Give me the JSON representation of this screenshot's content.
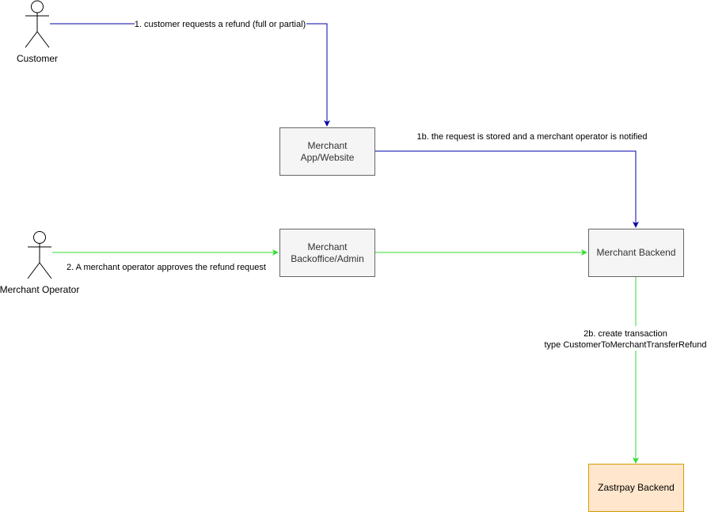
{
  "actors": {
    "customer": {
      "label": "Customer"
    },
    "merchant_operator": {
      "label": "Merchant Operator"
    }
  },
  "boxes": {
    "merchant_app": {
      "lines": [
        "Merchant",
        "App/Website"
      ]
    },
    "merchant_backoffice": {
      "lines": [
        "Merchant",
        "Backoffice/Admin"
      ]
    },
    "merchant_backend": {
      "lines": [
        "Merchant Backend"
      ]
    },
    "zastrpay_backend": {
      "lines": [
        "Zastrpay Backend"
      ]
    }
  },
  "edges": {
    "customer_to_app": {
      "label": "1. customer requests a refund (full or partial)"
    },
    "app_to_backend": {
      "label": "1b. the request is stored and a merchant operator is notified"
    },
    "operator_to_backoffice": {
      "label": "2. A merchant operator approves the refund request"
    },
    "backend_to_zastrpay": {
      "lines": [
        "2b. create transaction",
        "type CustomerToMerchantTransferRefund"
      ]
    }
  },
  "colors": {
    "blue_edge": "#0000aa",
    "green_edge": "#33dd33",
    "box_fill": "#f5f5f5",
    "box_stroke": "#666666",
    "zastr_fill": "#ffe6cc",
    "zastr_stroke": "#d79b00"
  }
}
